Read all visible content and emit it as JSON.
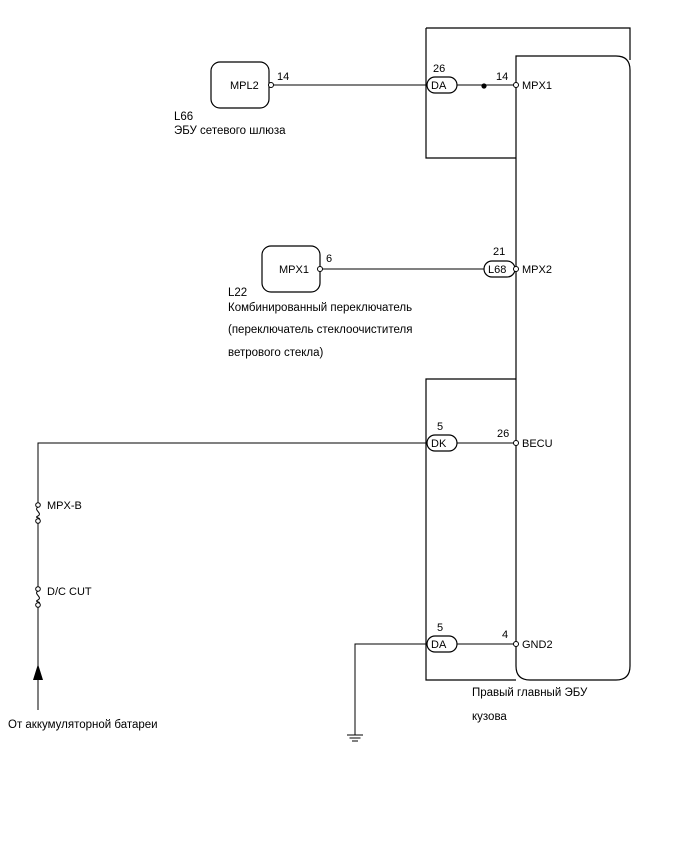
{
  "gateway": {
    "name": "MPL2",
    "pin": "14",
    "code": "L66",
    "label": "ЭБУ сетевого шлюза"
  },
  "combo_switch": {
    "name": "MPX1",
    "pin": "6",
    "code": "L22",
    "label_lines": [
      "Комбинированный переключатель",
      "(переключатель стеклоочистителя",
      "ветрового стекла)"
    ]
  },
  "connectors": {
    "top": {
      "name": "DA",
      "pin": "26"
    },
    "mid": {
      "name": "L68",
      "pin": "21"
    },
    "becu": {
      "name": "DK",
      "pin": "5"
    },
    "gnd": {
      "name": "DA",
      "pin": "5"
    }
  },
  "ecu": {
    "label_lines": [
      "Правый главный ЭБУ",
      "кузова"
    ],
    "pins": [
      {
        "num": "14",
        "name": "MPX1"
      },
      {
        "num": "",
        "name": "MPX2"
      },
      {
        "num": "26",
        "name": "BECU"
      },
      {
        "num": "4",
        "name": "GND2"
      }
    ]
  },
  "fuses": [
    {
      "name": "MPX-B"
    },
    {
      "name": "D/C CUT"
    }
  ],
  "battery_label": "От аккумуляторной батареи"
}
